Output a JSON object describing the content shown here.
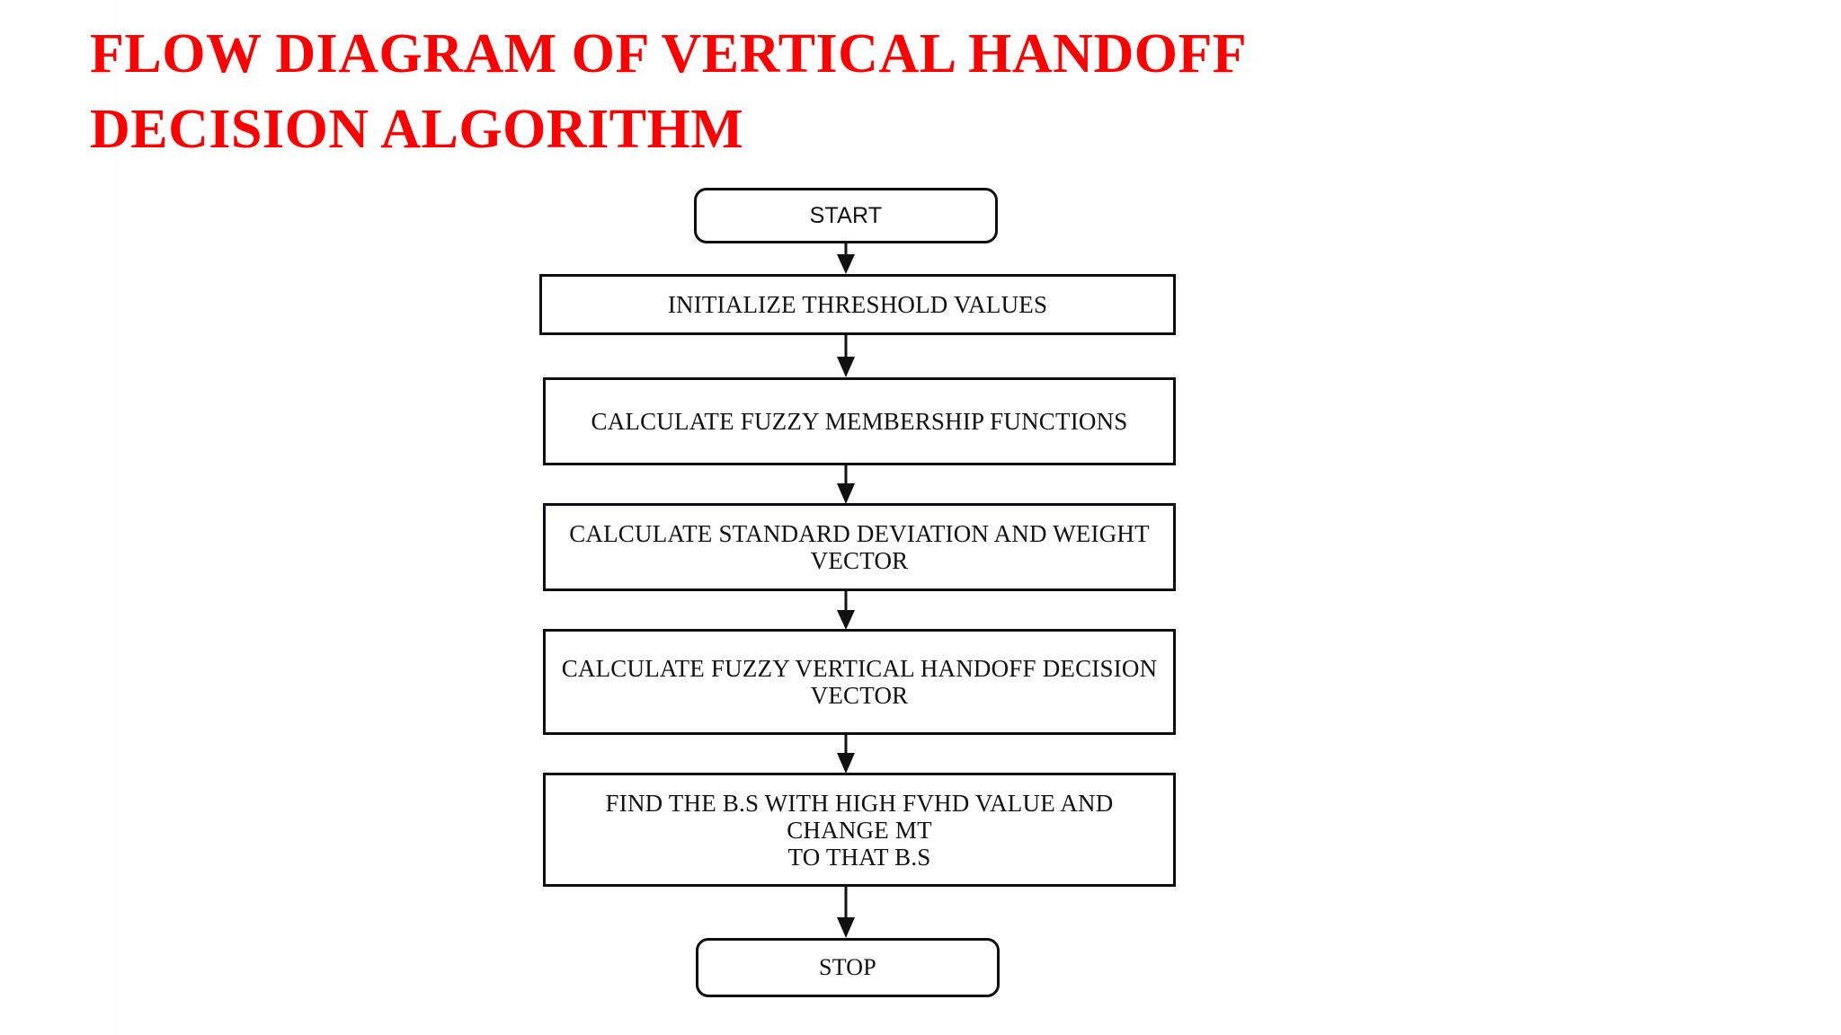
{
  "page": {
    "background_color": "#ffffff",
    "title_color": "#ff0000",
    "node_border_color": "#0d0d12",
    "connector_color": "#111111"
  },
  "title": {
    "text": "FLOW DIAGRAM OF VERTICAL HANDOFF\nDECISION ALGORITHM"
  },
  "flowchart": {
    "type": "flowchart",
    "orientation": "top-to-bottom",
    "nodes": [
      {
        "id": "start",
        "shape": "terminator",
        "label": "START"
      },
      {
        "id": "init",
        "shape": "process",
        "label": "INITIALIZE THRESHOLD VALUES"
      },
      {
        "id": "fuzzymem",
        "shape": "process",
        "label": "CALCULATE FUZZY MEMBERSHIP FUNCTIONS"
      },
      {
        "id": "stdweight",
        "shape": "process",
        "label": "CALCULATE STANDARD DEVIATION AND WEIGHT VECTOR"
      },
      {
        "id": "fvhd",
        "shape": "process",
        "label": "CALCULATE FUZZY VERTICAL HANDOFF DECISION\nVECTOR"
      },
      {
        "id": "findbs",
        "shape": "process",
        "label": "FIND THE B.S WITH HIGH FVHD VALUE AND CHANGE MT\nTO THAT B.S"
      },
      {
        "id": "stop",
        "shape": "terminator",
        "label": "STOP"
      }
    ],
    "edges": [
      {
        "from": "start",
        "to": "init",
        "arrow": "down-arrow"
      },
      {
        "from": "init",
        "to": "fuzzymem",
        "arrow": "down-arrow"
      },
      {
        "from": "fuzzymem",
        "to": "stdweight",
        "arrow": "down-arrow"
      },
      {
        "from": "stdweight",
        "to": "fvhd",
        "arrow": "down-arrow"
      },
      {
        "from": "fvhd",
        "to": "findbs",
        "arrow": "down-arrow"
      },
      {
        "from": "findbs",
        "to": "stop",
        "arrow": "down-arrow"
      }
    ]
  }
}
